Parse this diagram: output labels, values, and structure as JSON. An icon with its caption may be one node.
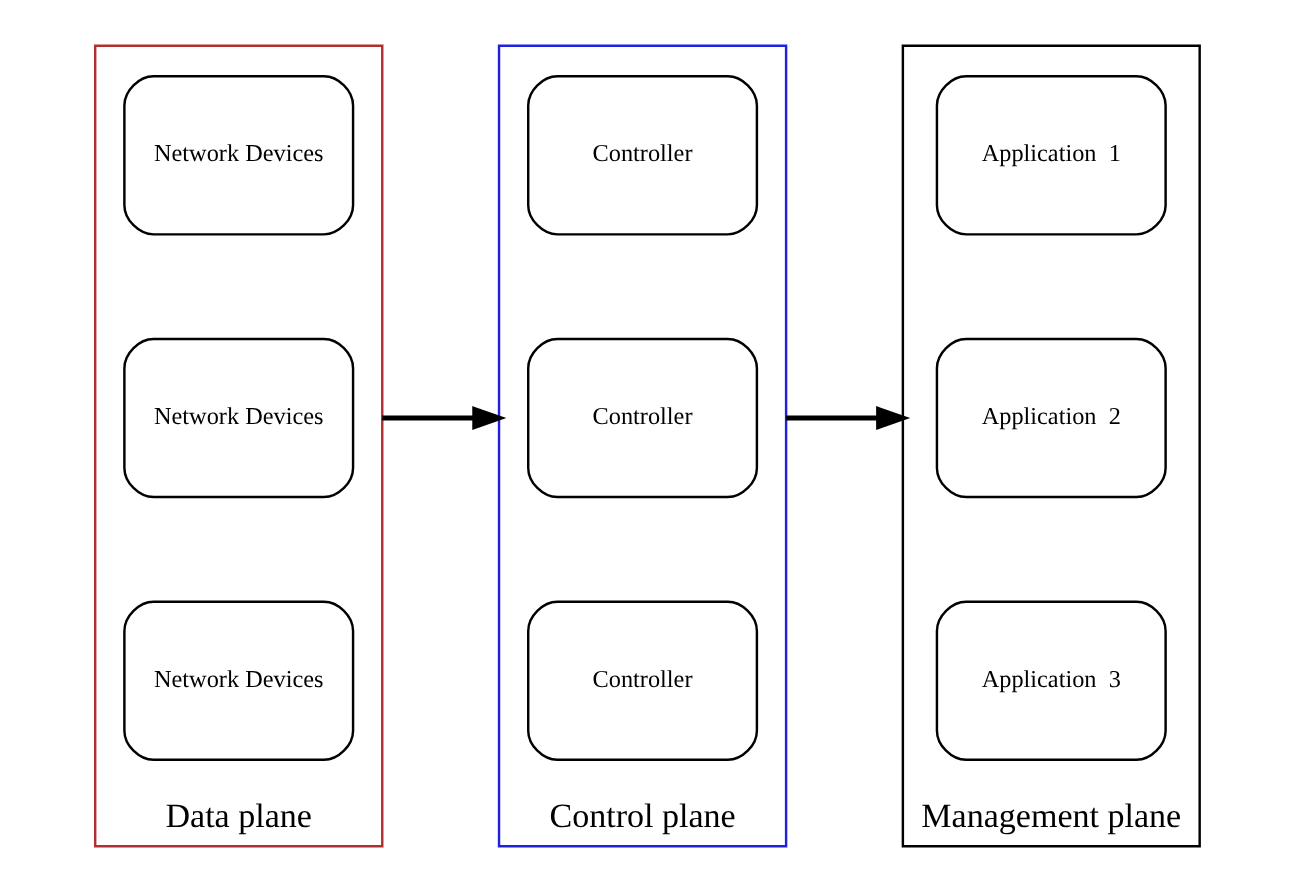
{
  "diagram": {
    "nodes": [
      {
        "text": [
          "Data plane"
        ]
      },
      {
        "text": [
          "Network Devices"
        ],
        "in": 0
      },
      {
        "text": [
          "Network Devices"
        ],
        "in": 0
      },
      {
        "text": [
          "Network Devices"
        ],
        "in": 0
      },
      {
        "text": [
          "Control plane"
        ]
      },
      {
        "text": [
          "Controller"
        ],
        "in": 4
      },
      {
        "text": [
          "Controller"
        ],
        "in": 4
      },
      {
        "text": [
          "Controller"
        ],
        "in": 4
      },
      {
        "text": [
          "Management plane"
        ]
      },
      {
        "text": [
          "Application  1"
        ],
        "in": 8
      },
      {
        "text": [
          "Application  2"
        ],
        "in": 8
      },
      {
        "text": [
          "Application  3"
        ],
        "in": 8
      }
    ],
    "edges": [
      {
        "from": 0,
        "to": 4,
        "arrow": "to"
      },
      {
        "from": 4,
        "to": 8,
        "arrow": "to"
      }
    ]
  }
}
